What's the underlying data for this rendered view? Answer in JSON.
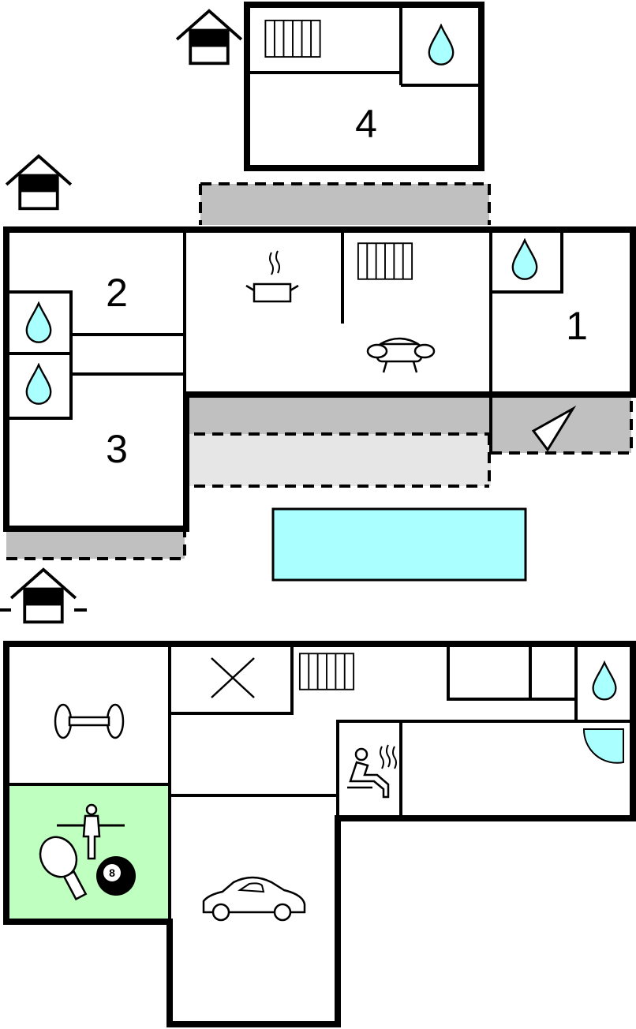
{
  "rooms": {
    "room_1": "1",
    "room_2": "2",
    "room_3": "3",
    "room_4": "4"
  },
  "billiard_ball": "8",
  "colors": {
    "wall": "#000000",
    "terrace": "#c0c0c0",
    "terrace_light": "#e6e6e6",
    "pool": "#aaffff",
    "water_drop": "#aaffff",
    "game_room": "#bfffbf"
  },
  "icons": [
    "house-entrance-icon",
    "water-drop-icon",
    "radiator-icon",
    "cooking-pot-icon",
    "sofa-icon",
    "compass-icon",
    "dumbbell-icon",
    "sauna-icon",
    "shower-icon",
    "table-football-icon",
    "table-tennis-icon",
    "billiard-ball-icon",
    "car-icon"
  ]
}
